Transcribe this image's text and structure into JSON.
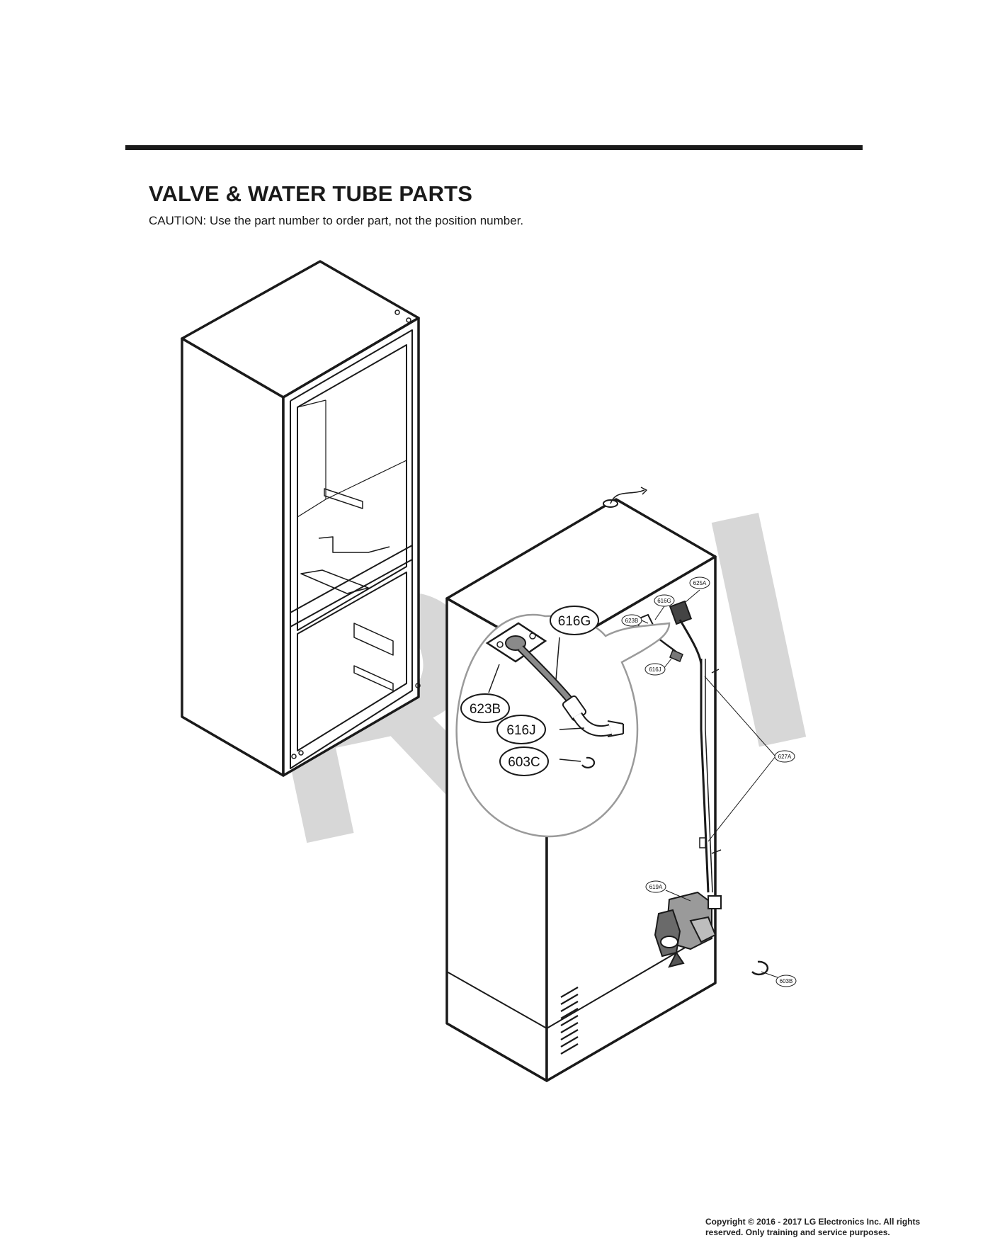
{
  "header": {
    "title": "VALVE & WATER TUBE PARTS",
    "caution": "CAUTION: Use the part number to order part, not the position number."
  },
  "watermark": "RPI",
  "detail_callouts": {
    "c623B": "623B",
    "c616G": "616G",
    "c616J": "616J",
    "c603C": "603C"
  },
  "part_labels": {
    "p625A": "625A",
    "p616G": "616G",
    "p623B": "623B",
    "p616J": "616J",
    "p627A": "627A",
    "p619A": "619A",
    "p603B": "603B"
  },
  "footer": {
    "copyright": "Copyright © 2016 - 2017 LG Electronics Inc. All rights reserved. Only training and service purposes."
  },
  "colors": {
    "line": "#1a1a1a",
    "watermark": "#d7d7d7",
    "detail_outline": "#9a9a9a"
  }
}
